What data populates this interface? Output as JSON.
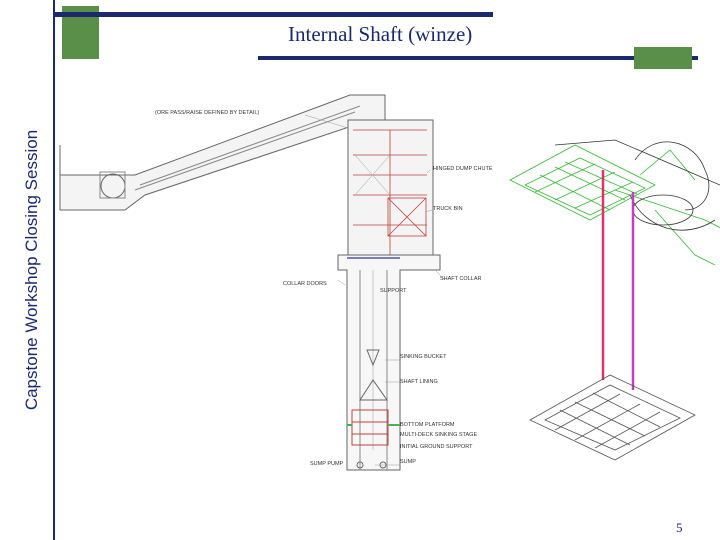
{
  "sidebar": {
    "title": "Capstone Workshop Closing Session"
  },
  "slide": {
    "title": "Internal Shaft (winze)",
    "page_number": "5"
  },
  "diagram_labels": {
    "ore_pass": "(ORE PASS/RAISE DEFINED BY DETAIL)",
    "chute": "HINGED DUMP CHUTE",
    "truck_bin": "TRUCK BIN",
    "shaft_collar": "SHAFT COLLAR",
    "head_frame": "SUPPORT",
    "collar_doors": "COLLAR DOORS",
    "sinking_bucket": "SINKING BUCKET",
    "shaft_lining": "SHAFT LINING",
    "bottom_platform": "BOTTOM PLATFORM",
    "stage": "MULTI-DECK SINKING STAGE",
    "ground_support": "INITIAL GROUND SUPPORT",
    "sump": "SUMP",
    "pump": "SUMP PUMP"
  },
  "colors": {
    "accent": "#1a2a6c",
    "green_block": "#5a8f4a",
    "level_plan": "#3ab53a",
    "shaft_red": "#e0306a",
    "shaft_magenta": "#c040c0"
  }
}
